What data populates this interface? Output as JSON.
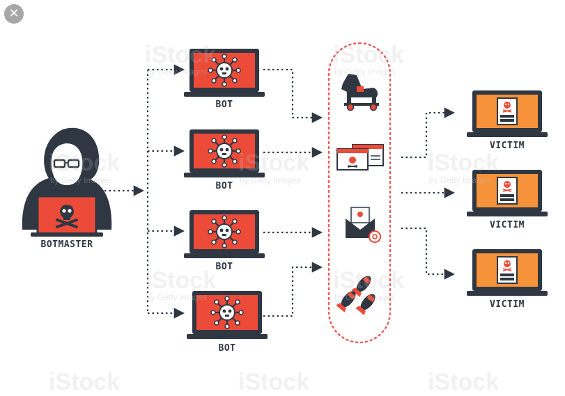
{
  "labels": {
    "botmaster": "BOTMASTER",
    "bot": "BOT",
    "victim": "VICTIM"
  },
  "watermark": {
    "brand": "iStock",
    "credit": "by Getty Images"
  },
  "icons": {
    "close": "close-icon",
    "hacker": "hooded-hacker-icon",
    "skull": "skull-crossbones-icon",
    "virus": "virus-icon",
    "trojan": "trojan-horse-icon",
    "popups": "popup-windows-icon",
    "email": "email-attachment-icon",
    "bombs": "bombs-icon"
  },
  "colors": {
    "dark": "#2f3742",
    "red": "#ed4b39",
    "orange": "#f5923a",
    "dotted_ring": "#ef5a5a",
    "white": "#ffffff"
  }
}
